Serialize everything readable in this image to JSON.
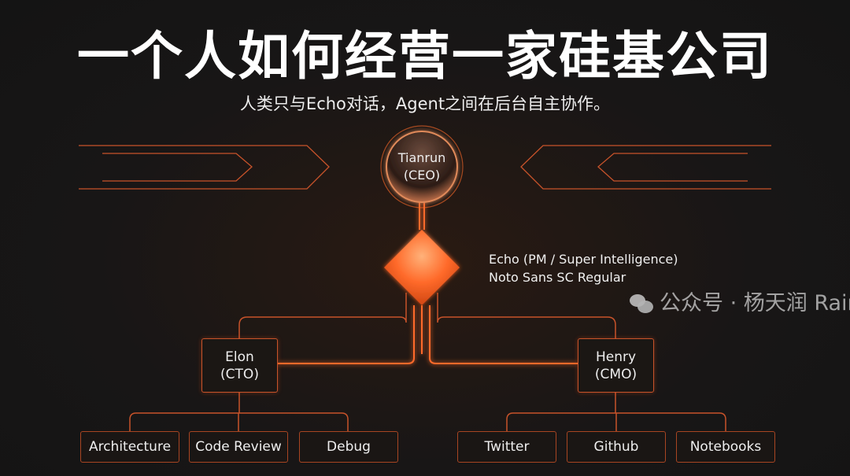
{
  "title": "一个人如何经营一家硅基公司",
  "subtitle": "人类只与Echo对话，Agent之间在后台自主协作。",
  "ceo": {
    "name": "Tianrun",
    "role": "(CEO)"
  },
  "echo": {
    "name": "Echo (PM / Super Intelligence)",
    "note": "Noto Sans SC Regular"
  },
  "cto": {
    "name": "Elon",
    "role": "(CTO)",
    "tasks": [
      "Architecture",
      "Code Review",
      "Debug"
    ]
  },
  "cmo": {
    "name": "Henry",
    "role": "(CMO)",
    "tasks": [
      "Twitter",
      "Github",
      "Notebooks"
    ]
  },
  "watermark": "公众号 · 杨天润 Rain",
  "colors": {
    "accent": "#ff6a2a",
    "background": "#161616"
  }
}
